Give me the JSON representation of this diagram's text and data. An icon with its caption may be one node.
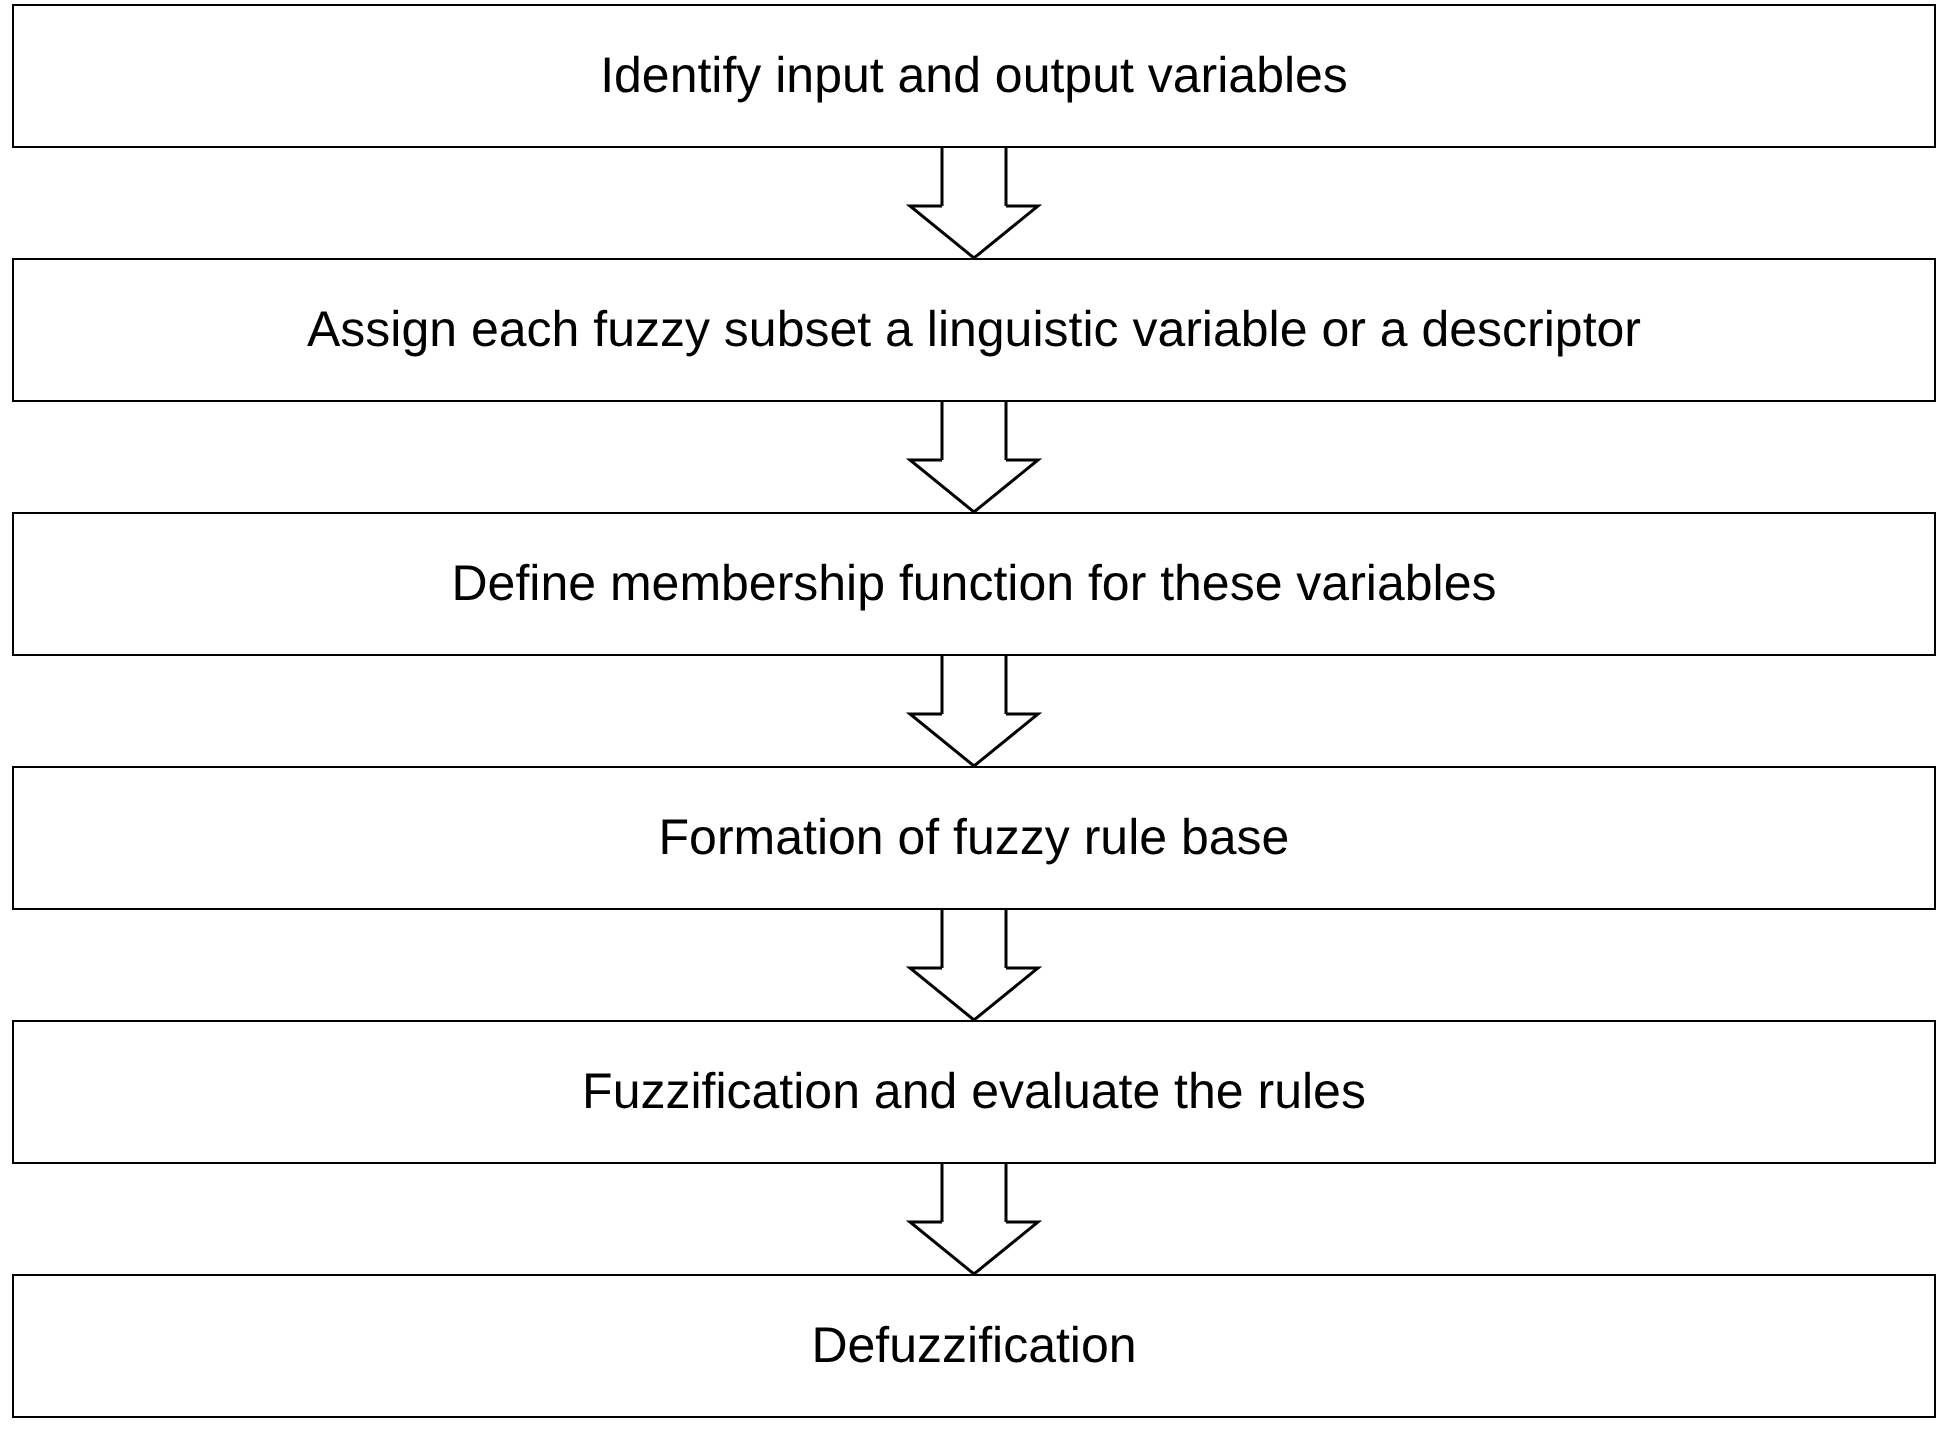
{
  "diagram": {
    "nodes": [
      {
        "text": [
          "Identify input and output variables"
        ]
      },
      {
        "text": [
          "Assign each fuzzy subset a linguistic variable or a descriptor"
        ]
      },
      {
        "text": [
          "Define membership function for these variables"
        ]
      },
      {
        "text": [
          "Formation of fuzzy rule base"
        ]
      },
      {
        "text": [
          "Fuzzification and evaluate the rules"
        ]
      },
      {
        "text": [
          "Defuzzification"
        ]
      }
    ],
    "edges": [
      {
        "from": 0,
        "to": 1,
        "arrow": "to"
      },
      {
        "from": 1,
        "to": 2,
        "arrow": "to"
      },
      {
        "from": 2,
        "to": 3,
        "arrow": "to"
      },
      {
        "from": 3,
        "to": 4,
        "arrow": "to"
      },
      {
        "from": 4,
        "to": 5,
        "arrow": "to"
      }
    ]
  }
}
